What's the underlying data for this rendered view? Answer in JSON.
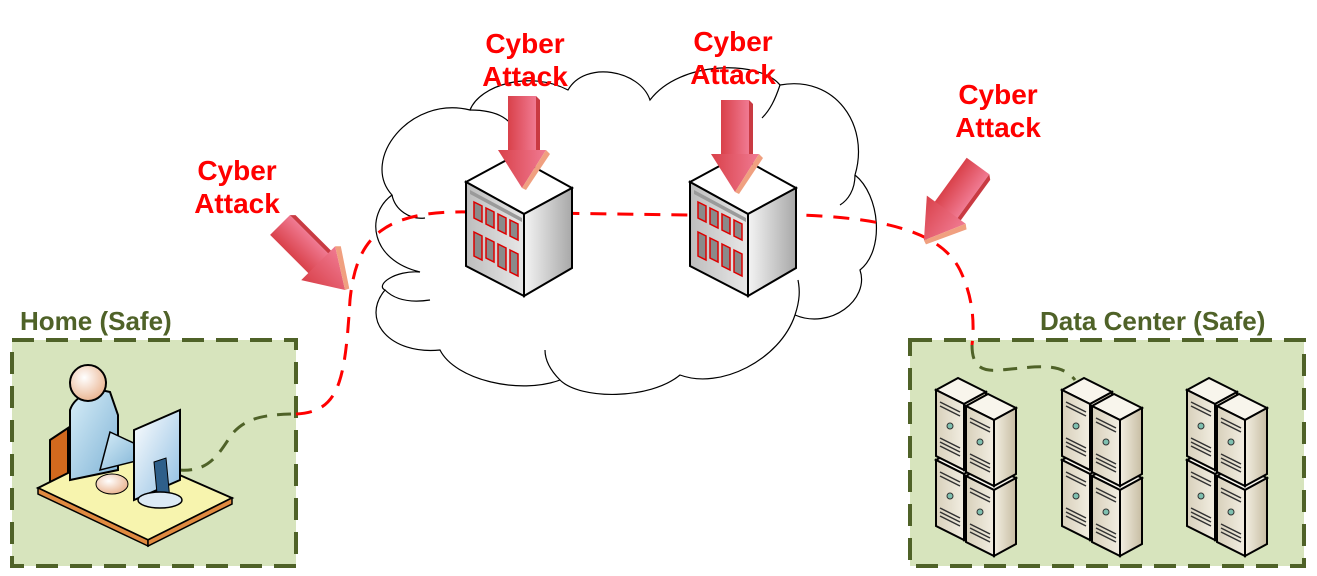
{
  "diagram": {
    "title": "Cyber attacks on network path between safe zones",
    "colors": {
      "attack_text": "#ff0000",
      "attack_arrow": "#e0505a",
      "network_path_unsafe": "#ff0000",
      "network_path_safe": "#4f6228",
      "safe_zone_fill": "#d7e4bd",
      "safe_zone_border": "#4f6228",
      "cloud_stroke": "#000000"
    },
    "zones": [
      {
        "id": "home",
        "label": "Home (Safe)",
        "icon": "user-at-workstation-icon"
      },
      {
        "id": "datacenter",
        "label": "Data Center (Safe)",
        "icon": "server-rack-icon",
        "server_groups": 3
      }
    ],
    "cloud": {
      "label": "",
      "nodes": [
        {
          "id": "isp-building-1",
          "icon": "building-icon"
        },
        {
          "id": "isp-building-2",
          "icon": "building-icon"
        }
      ]
    },
    "attacks": [
      {
        "id": "attack-1",
        "line1": "Cyber",
        "line2": "Attack",
        "target": "home-link"
      },
      {
        "id": "attack-2",
        "line1": "Cyber",
        "line2": "Attack",
        "target": "isp-building-1"
      },
      {
        "id": "attack-3",
        "line1": "Cyber",
        "line2": "Attack",
        "target": "isp-building-2"
      },
      {
        "id": "attack-4",
        "line1": "Cyber",
        "line2": "Attack",
        "target": "datacenter-link"
      }
    ]
  }
}
